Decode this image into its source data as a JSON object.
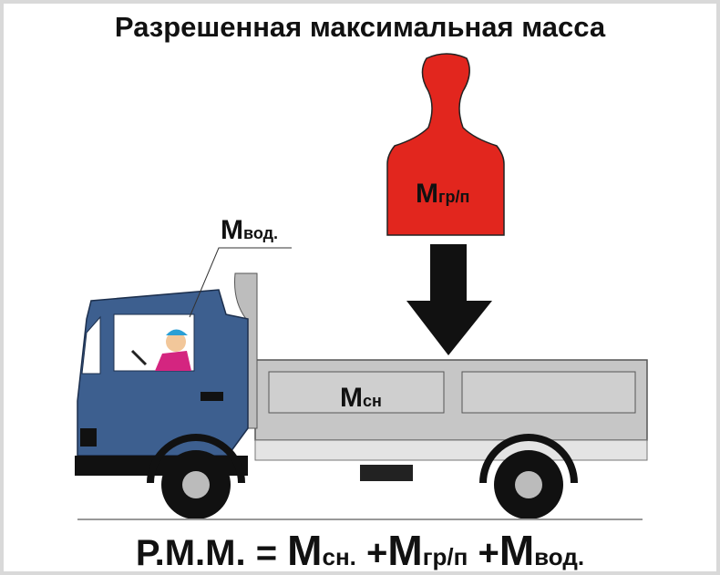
{
  "title": "Разрешенная максимальная масса",
  "labels": {
    "cargo_main": "M",
    "cargo_sub": "гр/п",
    "driver_main": "M",
    "driver_sub": "вод.",
    "body_main": "M",
    "body_sub": "сн"
  },
  "formula": {
    "lhs": "Р.М.М. = ",
    "t1_main": "M",
    "t1_sub": "сн.",
    "plus1": " +",
    "t2_main": "M",
    "t2_sub": "гр/п",
    "plus2": " +",
    "t3_main": "M",
    "t3_sub": "вод."
  },
  "colors": {
    "weight": "#e2261e",
    "cab": "#3d5f8f",
    "body": "#c6c6c6",
    "arrow": "#111111"
  }
}
